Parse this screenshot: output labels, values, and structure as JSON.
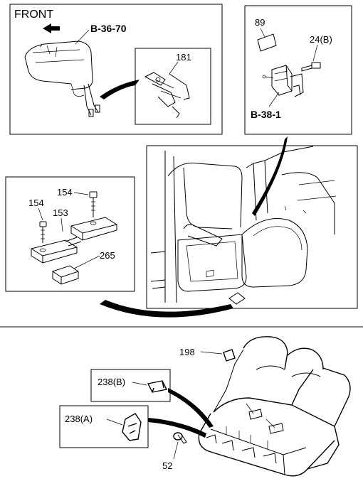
{
  "labels": {
    "front": "FRONT",
    "ref_b3670": "B-36-70",
    "ref_b381": "B-38-1",
    "p181": "181",
    "p89": "89",
    "p24b": "24(B)",
    "p154_right": "154",
    "p154_left": "154",
    "p153": "153",
    "p265": "265",
    "p198": "198",
    "p238b": "238(B)",
    "p238a": "238(A)",
    "p52": "52"
  }
}
